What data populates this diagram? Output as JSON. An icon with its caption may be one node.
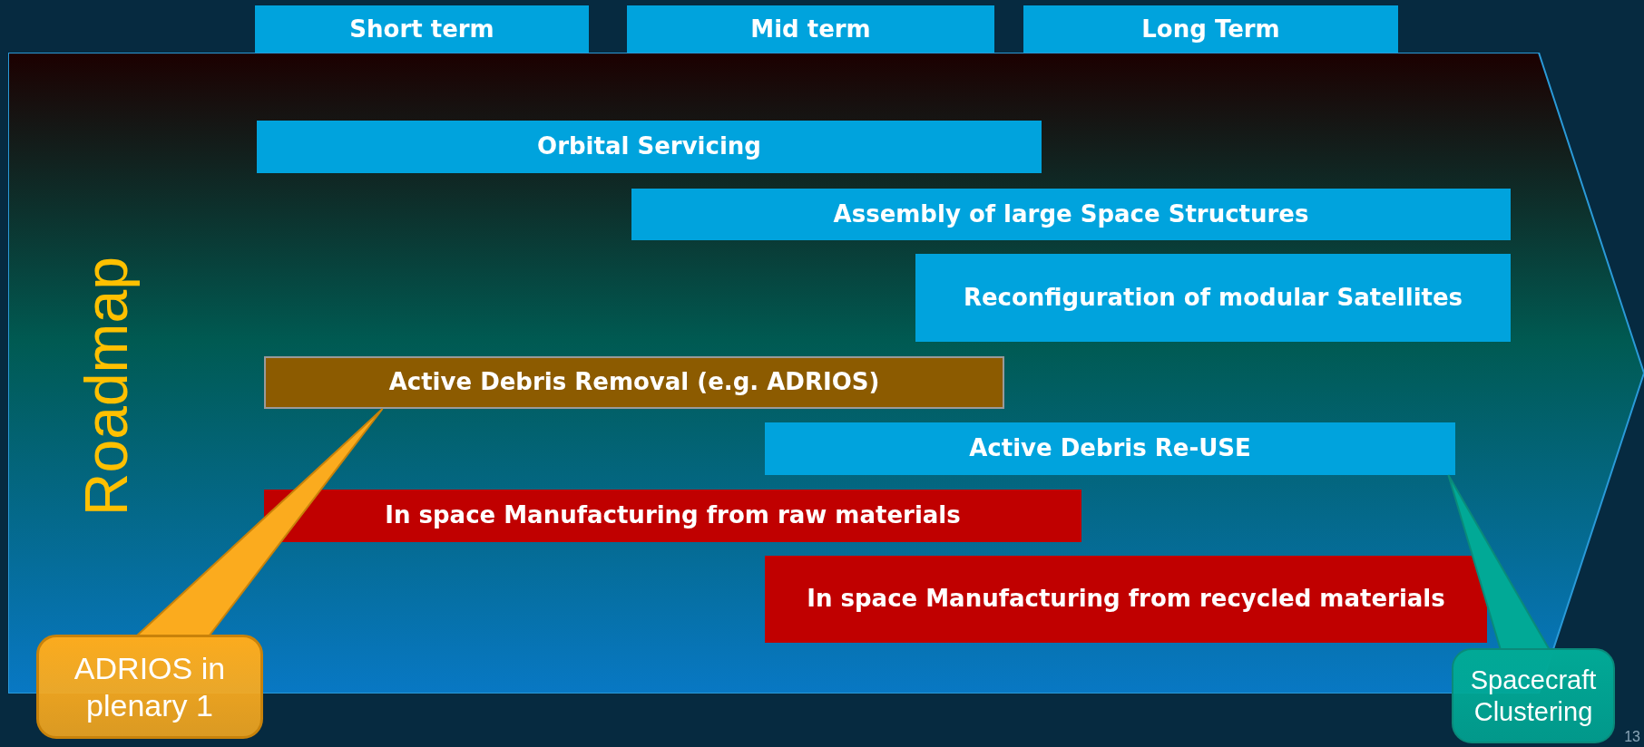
{
  "diagram": {
    "nodes": [
      {
        "text": [
          "Short term"
        ]
      },
      {
        "text": [
          "Mid term"
        ]
      },
      {
        "text": [
          "Long Term"
        ]
      },
      {
        "text": [
          "Roadmap"
        ]
      },
      {
        "text": [
          "Orbital Servicing"
        ],
        "in": 3
      },
      {
        "text": [
          "Assembly of large Space Structures"
        ],
        "in": 3
      },
      {
        "text": [
          "Reconfiguration of modular Satellites"
        ],
        "in": 3
      },
      {
        "text": [
          "Active Debris Removal (e.g. ADRIOS)"
        ],
        "in": 3
      },
      {
        "text": [
          "Active Debris Re-USE"
        ],
        "in": 3
      },
      {
        "text": [
          "In space Manufacturing from raw materials"
        ],
        "in": 3
      },
      {
        "text": [
          "In space Manufacturing from recycled materials"
        ],
        "in": 3
      },
      {
        "text": [
          "ADRIOS in plenary 1"
        ]
      },
      {
        "text": [
          "Spacecraft Clustering"
        ]
      }
    ],
    "edges": [
      {
        "from": 11,
        "to": 7,
        "arrow": "none"
      },
      {
        "from": 12,
        "to": 8,
        "arrow": "none"
      }
    ],
    "labels": [
      "13"
    ]
  }
}
